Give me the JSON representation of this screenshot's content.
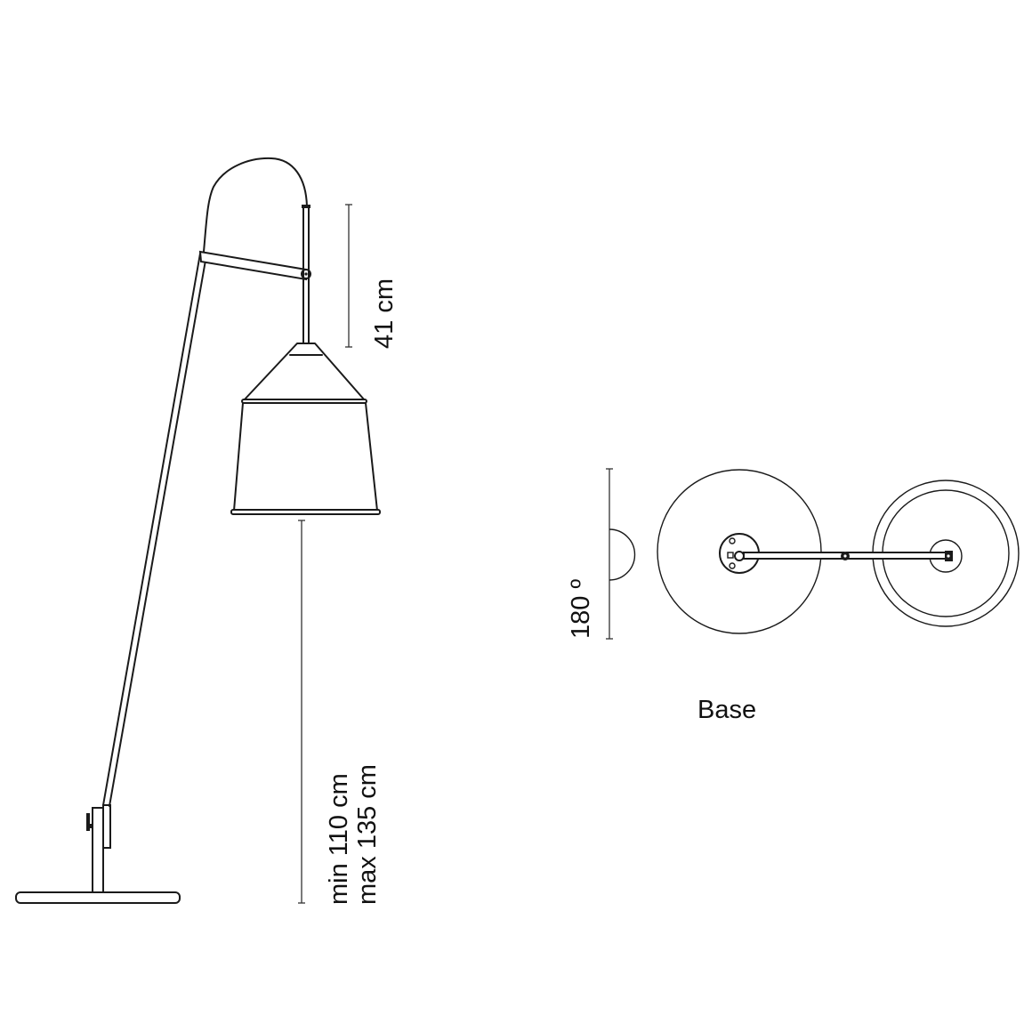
{
  "diagram": {
    "type": "product dimension drawing",
    "subject": "floor lamp with adjustable arm and pendant shade",
    "side_view": {
      "dimensions": {
        "shade_drop": "41 cm",
        "height_min": "min 110 cm",
        "height_max": "max 135 cm"
      }
    },
    "top_view": {
      "rotation_label": "180 º",
      "caption": "Base"
    },
    "colors": {
      "line": "#1a1a1a",
      "background": "#ffffff"
    }
  }
}
